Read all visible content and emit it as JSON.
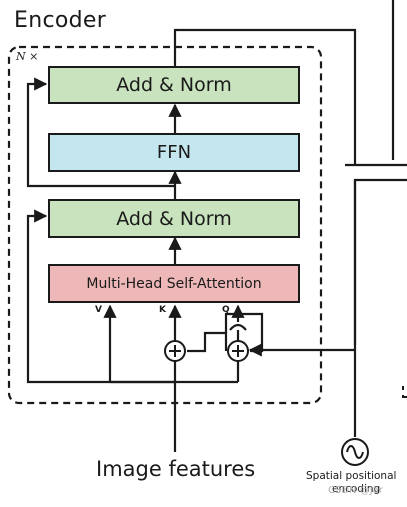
{
  "encoder": {
    "title": "Encoder",
    "repeat_label": "N ×",
    "blocks": {
      "add_norm_top": "Add & Norm",
      "ffn": "FFN",
      "add_norm_bottom": "Add & Norm",
      "attention": "Multi-Head Self-Attention"
    },
    "inputs": {
      "v": "V",
      "k": "K",
      "q": "Q"
    }
  },
  "image_features": "Image features",
  "spatial_encoding": {
    "line1": "Spatial  positional",
    "line2": "encoding"
  },
  "watermark": "CSDN @Jar",
  "colors": {
    "add_norm": "#c8e3bd",
    "ffn": "#c4e7ef",
    "attention": "#eeb8b8"
  }
}
